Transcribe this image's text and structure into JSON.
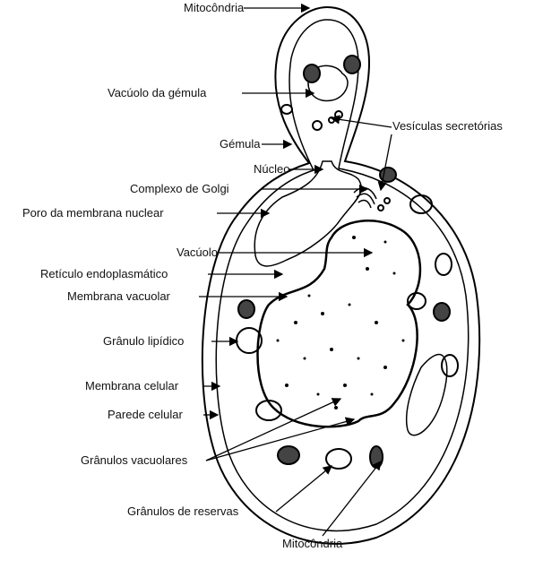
{
  "labels": {
    "mitocondria_top": "Mitocôndria",
    "vacuolo_gemula": "Vacúolo da gémula",
    "vesiculas": "Vesículas secretórias",
    "gemula": "Gémula",
    "nucleo": "Núcleo",
    "golgi": "Complexo de Golgi",
    "poro": "Poro da membrana nuclear",
    "vacuolo": "Vacúolo",
    "reticulo": "Retículo endoplasmático",
    "membrana_vacuolar": "Membrana vacuolar",
    "granulo_lipidico": "Grânulo lipídico",
    "membrana_celular": "Membrana celular",
    "parede_celular": "Parede celular",
    "granulos_vacuolares": "Grânulos vacuolares",
    "granulos_reservas": "Grânulos de reservas",
    "mitocondria_bottom": "Mitocôndria"
  }
}
